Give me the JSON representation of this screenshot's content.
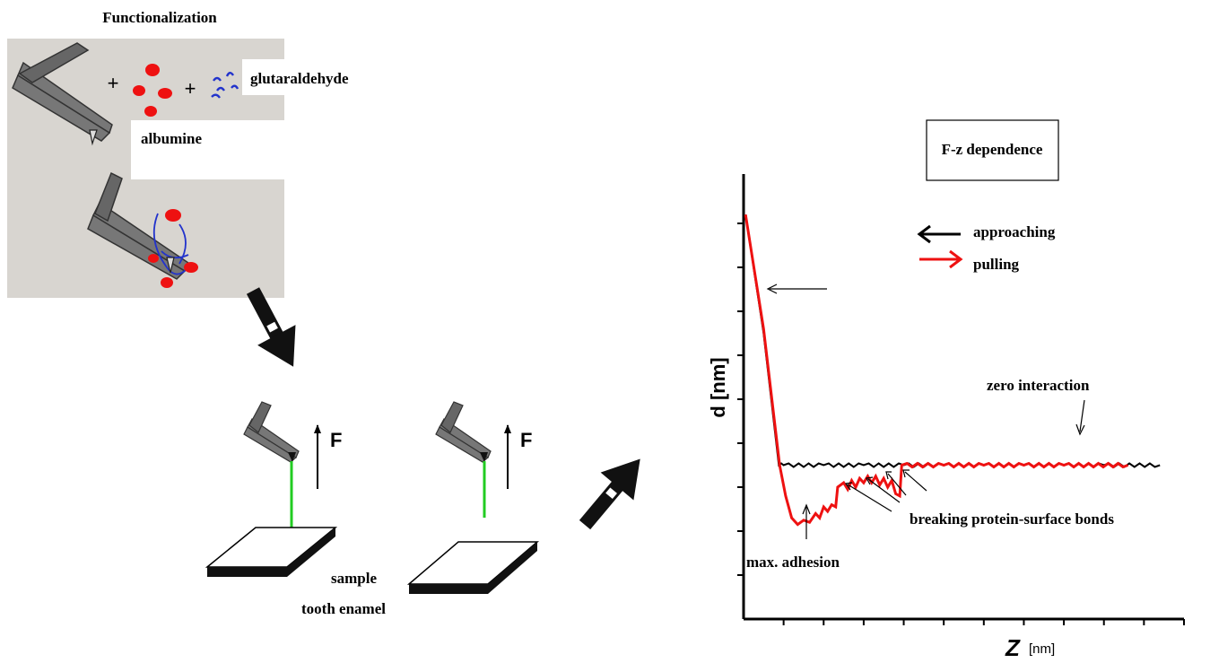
{
  "functionalization": {
    "title": "Functionalization",
    "plus": "+",
    "albumine_label": "albumine",
    "glutaraldehyde_label": "glutaraldehyde"
  },
  "setup": {
    "force_label": "F",
    "sample_label": "sample",
    "enamel_label": "tooth enamel"
  },
  "chart": {
    "title": "F-z dependence",
    "legend_approaching": "approaching",
    "legend_pulling": "pulling",
    "ylabel": "d [nm]",
    "xlabel_var": "Z",
    "xlabel_unit": "[nm]",
    "annotation_zero": "zero interaction",
    "annotation_breaking": "breaking protein-surface bonds",
    "annotation_max": "max. adhesion"
  },
  "colors": {
    "approach": "#000000",
    "pull": "#ee1111",
    "panel_bg": "#d8d5d0",
    "linker": "#2233cc",
    "protein": "#ee1111",
    "tether": "#22cc22"
  },
  "chart_data": {
    "type": "line",
    "title": "F-z dependence",
    "xlabel": "Z [nm]",
    "ylabel": "d [nm]",
    "x_tick_count": 11,
    "y_tick_count": 9,
    "grid": false,
    "legend": "top-center",
    "series": [
      {
        "name": "approaching",
        "color": "#000000",
        "points": [
          [
            0.05,
            9.2
          ],
          [
            0.5,
            6.5
          ],
          [
            0.88,
            3.5
          ],
          [
            1.0,
            3.5
          ],
          [
            2.0,
            3.5
          ],
          [
            3.0,
            3.5
          ],
          [
            4.0,
            3.5
          ],
          [
            5.0,
            3.5
          ],
          [
            6.0,
            3.5
          ],
          [
            7.0,
            3.5
          ],
          [
            8.0,
            3.5
          ],
          [
            9.0,
            3.5
          ],
          [
            10.4,
            3.5
          ]
        ]
      },
      {
        "name": "pulling",
        "color": "#ee1111",
        "points": [
          [
            0.05,
            9.2
          ],
          [
            0.5,
            6.6
          ],
          [
            0.9,
            3.5
          ],
          [
            1.05,
            2.8
          ],
          [
            1.2,
            2.3
          ],
          [
            1.35,
            2.15
          ],
          [
            1.5,
            2.25
          ],
          [
            1.65,
            2.2
          ],
          [
            1.8,
            2.4
          ],
          [
            1.9,
            2.3
          ],
          [
            2.0,
            2.55
          ],
          [
            2.1,
            2.45
          ],
          [
            2.2,
            2.6
          ],
          [
            2.3,
            2.55
          ],
          [
            2.35,
            3.0
          ],
          [
            2.5,
            3.1
          ],
          [
            2.6,
            2.95
          ],
          [
            2.7,
            3.15
          ],
          [
            2.8,
            3.0
          ],
          [
            2.9,
            3.2
          ],
          [
            3.0,
            3.1
          ],
          [
            3.1,
            3.25
          ],
          [
            3.2,
            3.1
          ],
          [
            3.3,
            3.25
          ],
          [
            3.4,
            3.05
          ],
          [
            3.5,
            3.2
          ],
          [
            3.6,
            3.0
          ],
          [
            3.7,
            3.15
          ],
          [
            3.8,
            2.85
          ],
          [
            3.9,
            2.8
          ],
          [
            3.95,
            3.5
          ],
          [
            5.0,
            3.5
          ],
          [
            6.0,
            3.5
          ],
          [
            7.0,
            3.5
          ],
          [
            8.0,
            3.5
          ],
          [
            9.6,
            3.5
          ]
        ]
      }
    ]
  }
}
